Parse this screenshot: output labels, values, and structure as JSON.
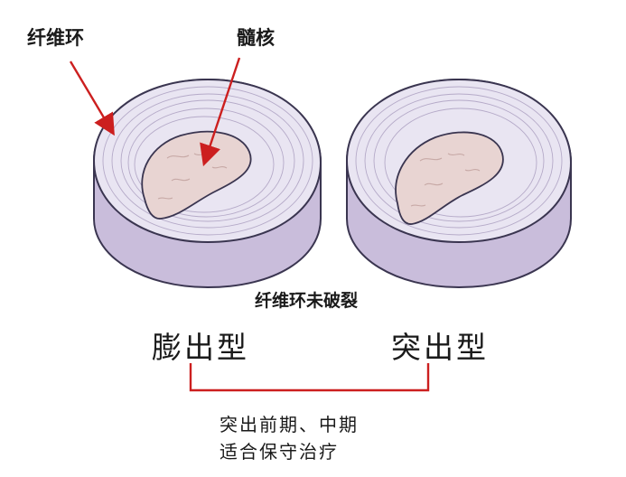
{
  "labels": {
    "annulus": "纤维环",
    "nucleus": "髓核",
    "caption": "纤维环未破裂",
    "bulge_type": "膨出型",
    "protrusion_type": "突出型",
    "treatment_line1": "突出前期、中期",
    "treatment_line2": "适合保守治疗"
  },
  "colors": {
    "disc_top": "#e6e2f0",
    "disc_side": "#c9bddb",
    "disc_outline": "#3a3550",
    "nucleus_fill": "#e8d4d2",
    "arrow": "#cc1f1f",
    "bracket": "#cc1f1f",
    "text": "#1a1a1a"
  }
}
